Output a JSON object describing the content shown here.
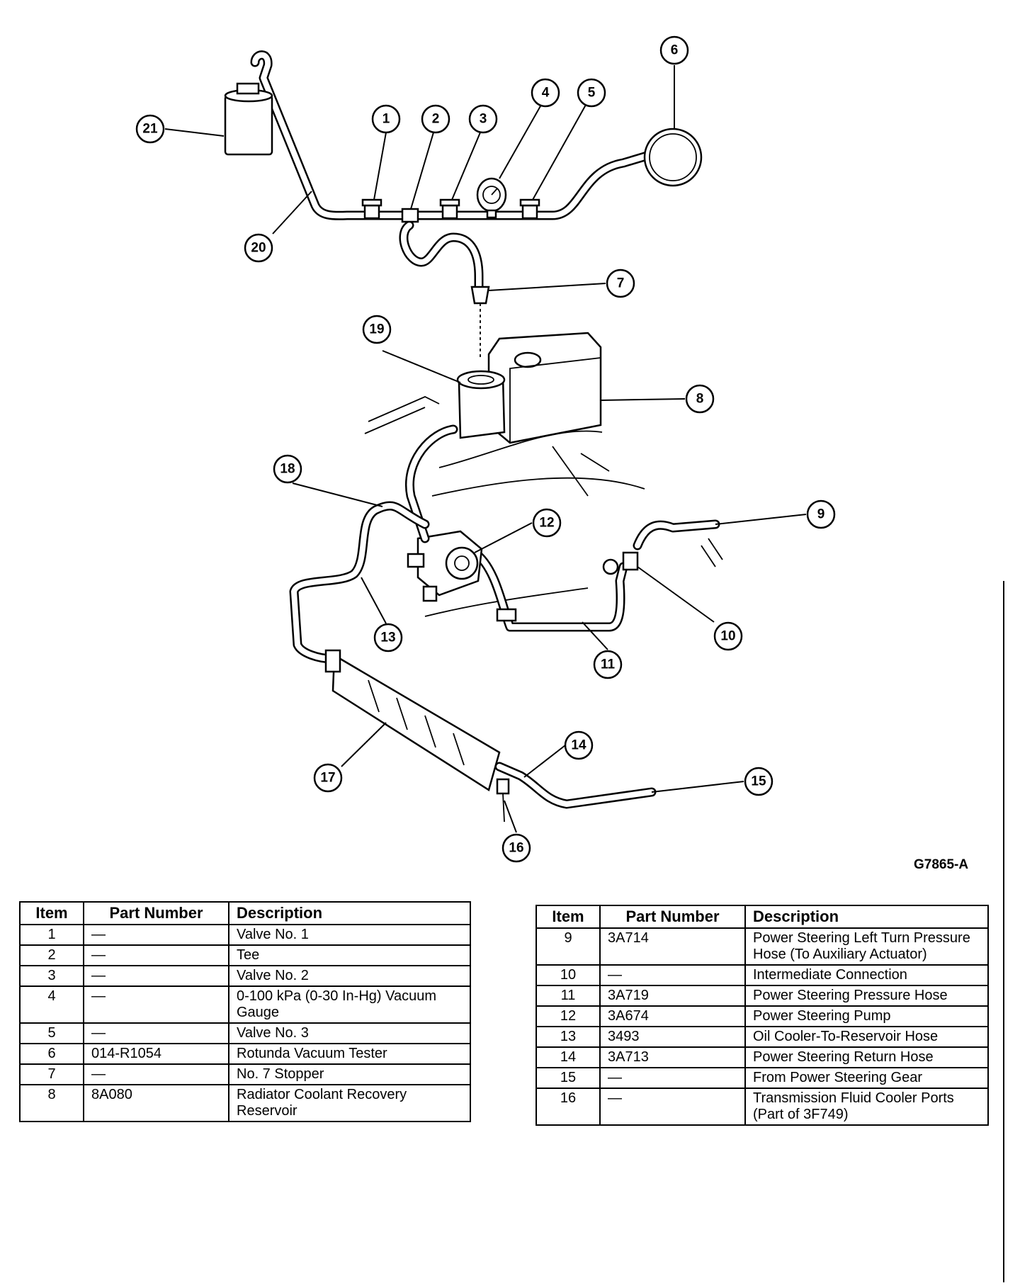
{
  "figure_id": "G7865-A",
  "callouts": [
    "1",
    "2",
    "3",
    "4",
    "5",
    "6",
    "7",
    "8",
    "9",
    "10",
    "11",
    "12",
    "13",
    "14",
    "15",
    "16",
    "17",
    "18",
    "19",
    "20",
    "21"
  ],
  "columns": {
    "item": "Item",
    "part_number": "Part Number",
    "description": "Description"
  },
  "table_left": [
    {
      "item": "1",
      "part": "—",
      "desc": "Valve No. 1"
    },
    {
      "item": "2",
      "part": "—",
      "desc": "Tee"
    },
    {
      "item": "3",
      "part": "—",
      "desc": "Valve No. 2"
    },
    {
      "item": "4",
      "part": "—",
      "desc": "0-100 kPa (0-30 In-Hg) Vacuum Gauge"
    },
    {
      "item": "5",
      "part": "—",
      "desc": "Valve No. 3"
    },
    {
      "item": "6",
      "part": "014-R1054",
      "desc": "Rotunda Vacuum Tester"
    },
    {
      "item": "7",
      "part": "—",
      "desc": "No. 7 Stopper"
    },
    {
      "item": "8",
      "part": "8A080",
      "desc": "Radiator Coolant Recovery Reservoir"
    }
  ],
  "table_right": [
    {
      "item": "9",
      "part": "3A714",
      "desc": "Power Steering Left Turn Pressure Hose (To Auxiliary Actuator)"
    },
    {
      "item": "10",
      "part": "—",
      "desc": "Intermediate Connection"
    },
    {
      "item": "11",
      "part": "3A719",
      "desc": "Power Steering Pressure Hose"
    },
    {
      "item": "12",
      "part": "3A674",
      "desc": "Power Steering Pump"
    },
    {
      "item": "13",
      "part": "3493",
      "desc": "Oil Cooler-To-Reservoir Hose"
    },
    {
      "item": "14",
      "part": "3A713",
      "desc": "Power Steering Return Hose"
    },
    {
      "item": "15",
      "part": "—",
      "desc": "From Power Steering Gear"
    },
    {
      "item": "16",
      "part": "—",
      "desc": "Transmission Fluid Cooler Ports (Part of 3F749)"
    }
  ]
}
